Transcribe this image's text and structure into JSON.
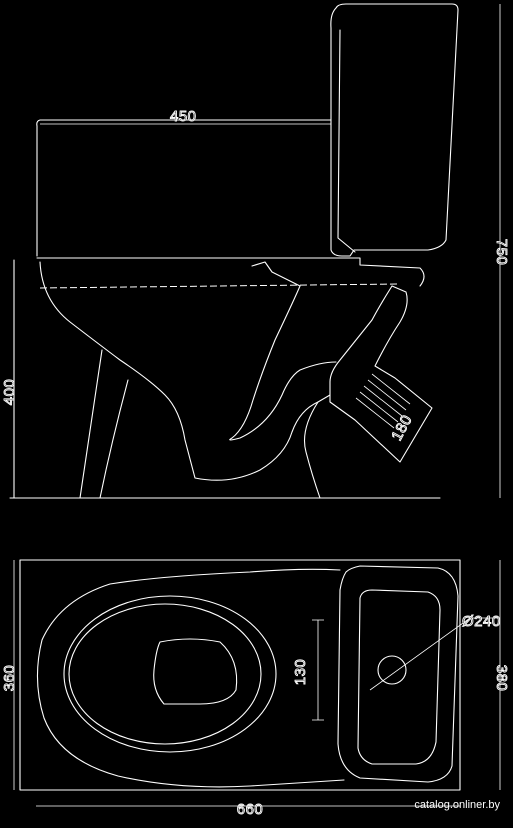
{
  "dimensions": {
    "tank_height": "750",
    "bowl_length": "450",
    "seat_height": "400",
    "outlet_offset": "180",
    "top_width": "360",
    "top_length": "660",
    "bowl_inner": "130",
    "base_width": "380",
    "hole_diameter": "Ø240"
  },
  "watermark": "catalog.onliner.by",
  "colors": {
    "background": "#000000",
    "line": "#ffffff"
  }
}
